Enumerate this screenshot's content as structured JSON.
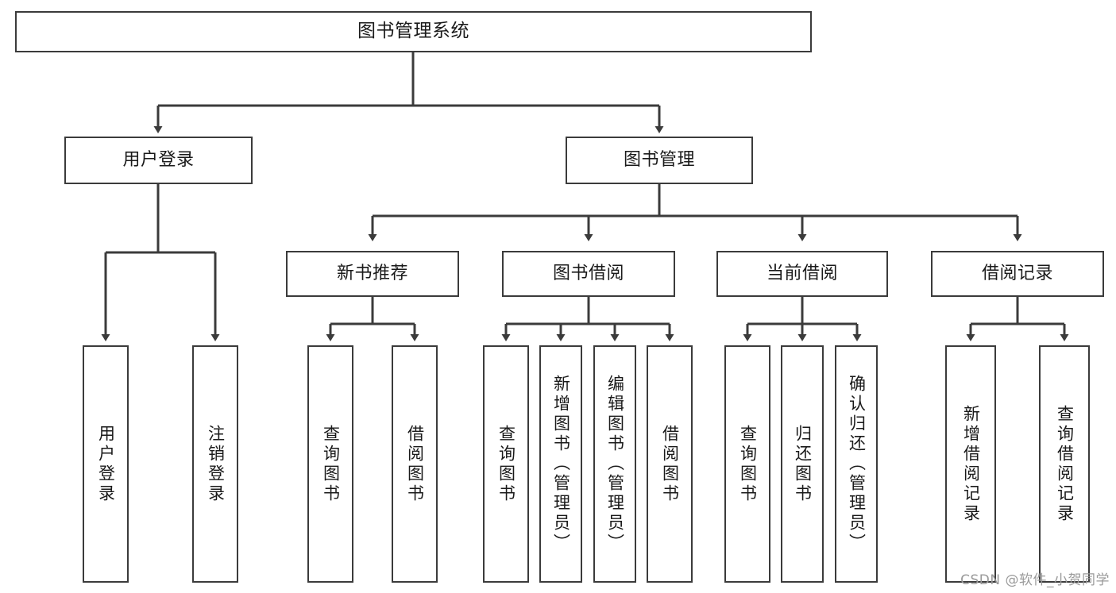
{
  "diagram": {
    "title": "图书管理系统",
    "watermark": "CSDN @软件_小贺同学",
    "colors": {
      "box_border": "#3b3b3b",
      "box_fill": "#ffffff",
      "edge": "#3b3b3b",
      "text": "#1a1a1a",
      "watermark": "#9a9a9a",
      "background": "#ffffff"
    },
    "nodes": {
      "root": {
        "label": "图书管理系统"
      },
      "level1": [
        {
          "id": "user-login",
          "label": "用户登录"
        },
        {
          "id": "book-management",
          "label": "图书管理"
        }
      ],
      "level2": [
        {
          "id": "new-book-recommend",
          "label": "新书推荐"
        },
        {
          "id": "book-borrow",
          "label": "图书借阅"
        },
        {
          "id": "current-borrow",
          "label": "当前借阅"
        },
        {
          "id": "borrow-record",
          "label": "借阅记录"
        }
      ],
      "leaves": {
        "user-login": [
          {
            "id": "leaf-user-login",
            "label": "用户登录"
          },
          {
            "id": "leaf-logout",
            "label": "注销登录"
          }
        ],
        "new-book-recommend": [
          {
            "id": "leaf-query-book-1",
            "label": "查询图书"
          },
          {
            "id": "leaf-borrow-book-1",
            "label": "借阅图书"
          }
        ],
        "book-borrow": [
          {
            "id": "leaf-query-book-2",
            "label": "查询图书"
          },
          {
            "id": "leaf-add-book",
            "label": "新增图书（管理员）"
          },
          {
            "id": "leaf-edit-book",
            "label": "编辑图书（管理员）"
          },
          {
            "id": "leaf-borrow-book-2",
            "label": "借阅图书"
          }
        ],
        "current-borrow": [
          {
            "id": "leaf-query-book-3",
            "label": "查询图书"
          },
          {
            "id": "leaf-return-book",
            "label": "归还图书"
          },
          {
            "id": "leaf-confirm-return",
            "label": "确认归还（管理员）"
          }
        ],
        "borrow-record": [
          {
            "id": "leaf-add-record",
            "label": "新增借阅记录"
          },
          {
            "id": "leaf-query-record",
            "label": "查询借阅记录"
          }
        ]
      }
    }
  }
}
